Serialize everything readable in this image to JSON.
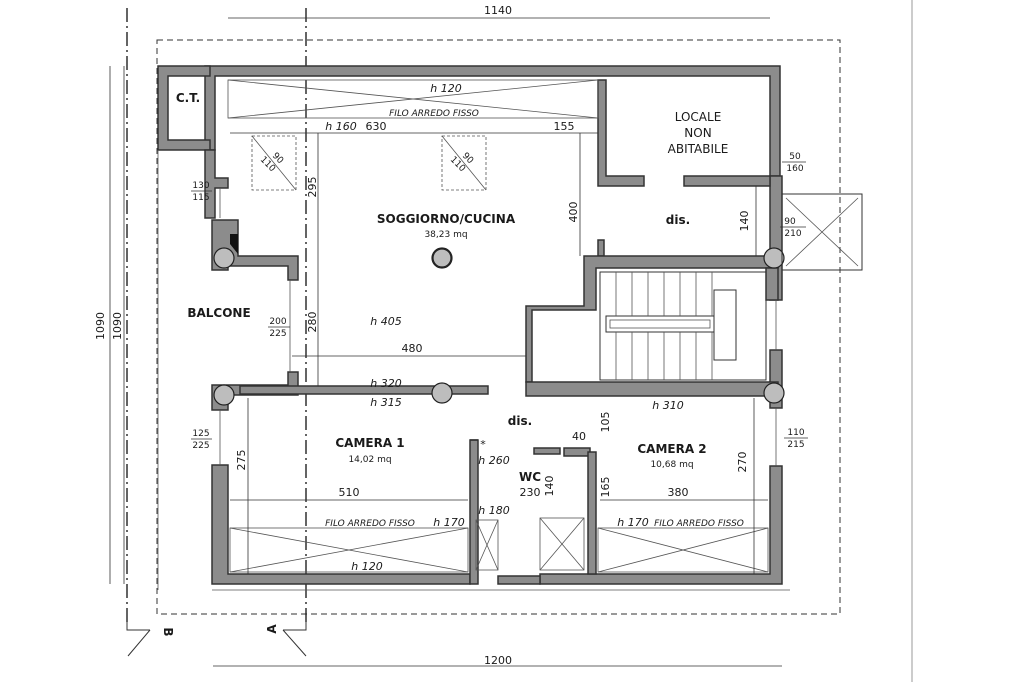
{
  "rooms": {
    "ct": "C.T.",
    "locale_1": "LOCALE",
    "locale_2": "NON",
    "locale_3": "ABITABILE",
    "soggiorno": "SOGGIORNO/CUCINA",
    "soggiorno_area": "38,23 mq",
    "dis_top": "dis.",
    "balcone": "BALCONE",
    "dis_mid": "dis.",
    "camera1": "CAMERA 1",
    "camera1_area": "14,02 mq",
    "camera2": "CAMERA 2",
    "camera2_area": "10,68 mq",
    "wc": "WC",
    "wc_dim": "230"
  },
  "dimensions": {
    "top_total": "1140",
    "bottom_total": "1200",
    "left_total_a": "1090",
    "left_total_b": "1090",
    "d630": "630",
    "d155": "155",
    "d295": "295",
    "d400": "400",
    "d140_dis": "140",
    "d280": "280",
    "d480": "480",
    "d275": "275",
    "d510": "510",
    "d40": "40",
    "d105": "105",
    "d270": "270",
    "d165": "165",
    "d380": "380",
    "d140_wc": "140"
  },
  "heights": {
    "h120_top": "h 120",
    "h160": "h 160",
    "h405": "h 405",
    "h320": "h 320",
    "h315": "h 315",
    "h310": "h 310",
    "h260": "h 260",
    "h180": "h 180",
    "h170_left": "h 170",
    "h170_right": "h 170",
    "h120_bottom": "h 120"
  },
  "notes": {
    "filo_top": "FILO ARREDO FISSO",
    "filo_left": "FILO ARREDO FISSO",
    "filo_right": "FILO ARREDO FISSO",
    "sky1_a": "90",
    "sky1_b": "110",
    "sky2_a": "90",
    "sky2_b": "110",
    "star": "*"
  },
  "windows": {
    "w130": "130",
    "w115": "115",
    "w200": "200",
    "w225_mid": "225",
    "w125": "125",
    "w225_low": "225",
    "w50": "50",
    "w160": "160",
    "w90": "90",
    "w210": "210",
    "w110": "110",
    "w215": "215"
  },
  "sections": {
    "b": "B",
    "a": "A"
  }
}
